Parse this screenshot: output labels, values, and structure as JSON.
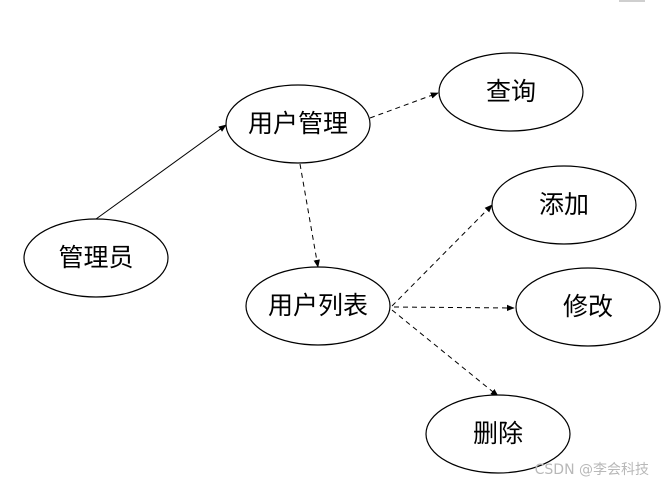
{
  "diagram": {
    "nodes": {
      "admin": "管理员",
      "user_management": "用户管理",
      "query": "查询",
      "user_list": "用户列表",
      "add": "添加",
      "modify": "修改",
      "delete": "删除"
    },
    "edges": [
      {
        "from": "管理员",
        "to": "用户管理",
        "style": "solid"
      },
      {
        "from": "用户管理",
        "to": "查询",
        "style": "dashed"
      },
      {
        "from": "用户管理",
        "to": "用户列表",
        "style": "dashed"
      },
      {
        "from": "用户列表",
        "to": "添加",
        "style": "dashed"
      },
      {
        "from": "用户列表",
        "to": "修改",
        "style": "dashed"
      },
      {
        "from": "用户列表",
        "to": "删除",
        "style": "dashed"
      }
    ]
  },
  "watermark": "CSDN @李会科技",
  "colors": {
    "stroke": "#000000",
    "fill": "#ffffff",
    "watermark": "#b8b8b8"
  }
}
